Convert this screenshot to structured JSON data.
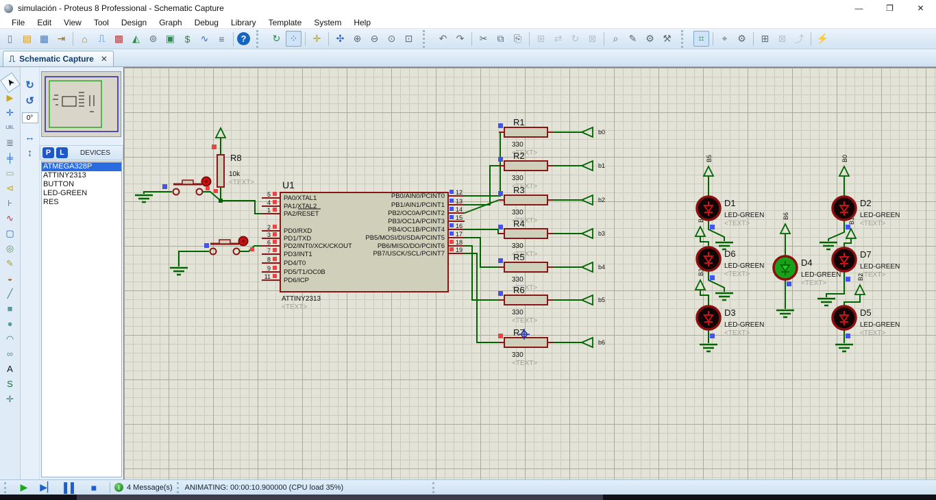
{
  "window": {
    "title": "simulación - Proteus 8 Professional - Schematic Capture",
    "controls": [
      "minimize",
      "restore",
      "close"
    ]
  },
  "menus": [
    "File",
    "Edit",
    "View",
    "Tool",
    "Design",
    "Graph",
    "Debug",
    "Library",
    "Template",
    "System",
    "Help"
  ],
  "toolbar": [
    {
      "name": "new-file",
      "glyph": "▯",
      "color": "#6b7b8a"
    },
    {
      "name": "open-file",
      "glyph": "▤",
      "color": "#c79a3a"
    },
    {
      "name": "save-file",
      "glyph": "▦",
      "color": "#4f78c0"
    },
    {
      "name": "import-project",
      "glyph": "⇥",
      "color": "#8a6d3b"
    },
    {
      "sep": true
    },
    {
      "name": "home-page",
      "glyph": "⌂",
      "color": "#b08030"
    },
    {
      "name": "schematic-capture",
      "glyph": "⎍",
      "color": "#2a63b8"
    },
    {
      "name": "pcb-layout",
      "glyph": "▩",
      "color": "#c04040"
    },
    {
      "name": "3d-visualizer",
      "glyph": "◭",
      "color": "#2a8a4a"
    },
    {
      "name": "gerber-viewer",
      "glyph": "⊚",
      "color": "#5b6b7a"
    },
    {
      "name": "design-explorer",
      "glyph": "▣",
      "color": "#2a8a4a"
    },
    {
      "name": "bill-of-materials",
      "glyph": "$",
      "color": "#3a7a3a"
    },
    {
      "name": "simulation-log",
      "glyph": "∿",
      "color": "#3a6ac0"
    },
    {
      "name": "design-notes",
      "glyph": "≡",
      "color": "#5b6b7a"
    },
    {
      "sep": true
    },
    {
      "name": "help",
      "glyph": "?",
      "round": true
    },
    {
      "gap": true
    },
    {
      "name": "redraw",
      "glyph": "↻",
      "color": "#2a8a4a"
    },
    {
      "name": "toggle-grid",
      "glyph": "⁘",
      "pressed": true,
      "color": "#5b6b7a"
    },
    {
      "sep": true
    },
    {
      "name": "origin",
      "glyph": "✛",
      "color": "#b0a020"
    },
    {
      "sep": true
    },
    {
      "name": "pan",
      "glyph": "✣",
      "color": "#2a63b8"
    },
    {
      "name": "zoom-in",
      "glyph": "⊕",
      "color": "#5b6b7a"
    },
    {
      "name": "zoom-out",
      "glyph": "⊖",
      "color": "#5b6b7a"
    },
    {
      "name": "zoom-all",
      "glyph": "⊙",
      "color": "#5b6b7a"
    },
    {
      "name": "zoom-area",
      "glyph": "⊡",
      "color": "#5b6b7a"
    },
    {
      "gap": true
    },
    {
      "name": "undo",
      "glyph": "↶",
      "color": "#5b6b7a"
    },
    {
      "name": "redo",
      "glyph": "↷",
      "color": "#5b6b7a"
    },
    {
      "sep": true
    },
    {
      "name": "cut",
      "glyph": "✂",
      "color": "#5b6b7a"
    },
    {
      "name": "copy",
      "glyph": "⧉",
      "color": "#5b6b7a"
    },
    {
      "name": "paste",
      "glyph": "⎘",
      "color": "#5b6b7a"
    },
    {
      "sep": true
    },
    {
      "name": "block-copy",
      "glyph": "⊞",
      "disabled": true
    },
    {
      "name": "block-move",
      "glyph": "⇄",
      "disabled": true
    },
    {
      "name": "block-rotate",
      "glyph": "↻",
      "disabled": true
    },
    {
      "name": "block-delete",
      "glyph": "⊠",
      "disabled": true
    },
    {
      "sep": true
    },
    {
      "name": "pick-parts",
      "glyph": "⌕",
      "color": "#5b6b7a"
    },
    {
      "name": "make-device",
      "glyph": "✎",
      "color": "#5b6b7a"
    },
    {
      "name": "packaging-tool",
      "glyph": "⚙",
      "color": "#5b6b7a"
    },
    {
      "name": "decompose",
      "glyph": "⚒",
      "color": "#5b6b7a"
    },
    {
      "gap": true
    },
    {
      "name": "wire-autorouter",
      "glyph": "⌗",
      "pressed": true,
      "color": "#2a8a4a"
    },
    {
      "sep": true
    },
    {
      "name": "search-tag",
      "glyph": "⌖",
      "color": "#5b6b7a"
    },
    {
      "name": "property-assignment",
      "glyph": "⚙",
      "color": "#5b6b7a"
    },
    {
      "sep": true
    },
    {
      "name": "new-root-sheet",
      "glyph": "⊞",
      "color": "#5b6b7a"
    },
    {
      "name": "remove-sheet",
      "glyph": "⊠",
      "disabled": true
    },
    {
      "name": "exit-to-parent",
      "glyph": "⤴",
      "disabled": true
    },
    {
      "sep": true
    },
    {
      "name": "electrical-rule-check",
      "glyph": "⚡",
      "color": "#2a63b8"
    }
  ],
  "tab": {
    "label": "Schematic Capture",
    "icon": "schematic-icon",
    "close": "✕"
  },
  "palette": [
    {
      "name": "selection-mode",
      "glyph": "➤",
      "color": "#111",
      "sel": true,
      "rot": -125
    },
    {
      "name": "component-mode",
      "glyph": "▶",
      "color": "#c8a818"
    },
    {
      "name": "junction-dot-mode",
      "glyph": "✛",
      "color": "#2a63b8"
    },
    {
      "name": "wire-label-mode",
      "glyph": "LBL",
      "color": "#2a63b8",
      "small": true
    },
    {
      "name": "text-script-mode",
      "glyph": "≣",
      "color": "#5b6b7a"
    },
    {
      "name": "buses-mode",
      "glyph": "╪",
      "color": "#2a63b8"
    },
    {
      "name": "subcircuit-mode",
      "glyph": "▭",
      "color": "#c8a818"
    },
    {
      "name": "terminals-mode",
      "glyph": "⊲",
      "color": "#c8a818"
    },
    {
      "name": "device-pins-mode",
      "glyph": "⊦",
      "color": "#5b6b7a"
    },
    {
      "name": "graph-mode",
      "glyph": "∿",
      "color": "#c03030"
    },
    {
      "name": "active-popup-mode",
      "glyph": "▢",
      "color": "#2a63b8"
    },
    {
      "name": "generator-mode",
      "glyph": "◎",
      "color": "#5b8a5b"
    },
    {
      "name": "voltage-probe-mode",
      "glyph": "✎",
      "color": "#b0a020"
    },
    {
      "name": "current-probe-mode",
      "glyph": "◒",
      "color": "#b07030"
    },
    {
      "name": "2d-line",
      "glyph": "╱",
      "color": "#447a7a"
    },
    {
      "name": "2d-box",
      "glyph": "■",
      "color": "#5b9a9a"
    },
    {
      "name": "2d-circle",
      "glyph": "●",
      "color": "#5b9a9a"
    },
    {
      "name": "2d-arc",
      "glyph": "◠",
      "color": "#447a7a"
    },
    {
      "name": "2d-path",
      "glyph": "∞",
      "color": "#5b9a9a"
    },
    {
      "name": "2d-text",
      "glyph": "A",
      "color": "#111"
    },
    {
      "name": "2d-symbol",
      "glyph": "S",
      "color": "#1a6a3a"
    },
    {
      "name": "2d-markers",
      "glyph": "✛",
      "color": "#447a7a"
    }
  ],
  "rotate_controls": {
    "cw": "↻",
    "ccw": "↺",
    "angle": "0°",
    "mirror_h": "↔",
    "mirror_v": "↕"
  },
  "devices_panel": {
    "pick_button": "P",
    "library_button": "L",
    "title": "DEVICES",
    "items": [
      {
        "label": "ATMEGA328P",
        "selected": true
      },
      {
        "label": "ATTINY2313",
        "selected": false
      },
      {
        "label": "BUTTON",
        "selected": false
      },
      {
        "label": "LED-GREEN",
        "selected": false
      },
      {
        "label": "RES",
        "selected": false
      }
    ]
  },
  "schematic": {
    "ic": {
      "ref": "U1",
      "device": "ATTINY2313",
      "text": "<TEXT>",
      "left_pins": [
        {
          "num": "5",
          "name": "PA0/XTAL1",
          "state": "red"
        },
        {
          "num": "4",
          "name": "PA1/XTAL2",
          "state": "red"
        },
        {
          "num": "1",
          "name": "PA2/RESET",
          "state": "red",
          "overline": "RESET"
        },
        {
          "num": "2",
          "name": "PD0/RXD",
          "state": "red"
        },
        {
          "num": "3",
          "name": "PD1/TXD",
          "state": "red"
        },
        {
          "num": "6",
          "name": "PD2/INT0/XCK/CKOUT",
          "state": "red"
        },
        {
          "num": "7",
          "name": "PD3/INT1",
          "state": "red"
        },
        {
          "num": "8",
          "name": "PD4/T0",
          "state": "red"
        },
        {
          "num": "9",
          "name": "PD5/T1/OC0B",
          "state": "red"
        },
        {
          "num": "11",
          "name": "PD6/ICP",
          "state": "red"
        }
      ],
      "right_pins": [
        {
          "num": "12",
          "name": "PB0/AIN0/PCINT0",
          "state": "blue"
        },
        {
          "num": "13",
          "name": "PB1/AIN1/PCINT1",
          "state": "blue"
        },
        {
          "num": "14",
          "name": "PB2/OC0A/PCINT2",
          "state": "blue"
        },
        {
          "num": "15",
          "name": "PB3/OC1A/PCINT3",
          "state": "blue"
        },
        {
          "num": "16",
          "name": "PB4/OC1B/PCINT4",
          "state": "blue"
        },
        {
          "num": "17",
          "name": "PB5/MOSI/DI/SDA/PCINT5",
          "state": "blue"
        },
        {
          "num": "18",
          "name": "PB6/MISO/DO/PCINT6",
          "state": "red"
        },
        {
          "num": "19",
          "name": "PB7/USCK/SCL/PCINT7",
          "state": "red"
        }
      ]
    },
    "resistors": [
      {
        "ref": "R1",
        "value": "330",
        "text": "<TEXT>",
        "terminal": "b0",
        "state": "blue"
      },
      {
        "ref": "R2",
        "value": "330",
        "text": "<TEXT>",
        "terminal": "b1",
        "state": "blue"
      },
      {
        "ref": "R3",
        "value": "330",
        "text": "<TEXT>",
        "terminal": "b2",
        "state": "blue"
      },
      {
        "ref": "R4",
        "value": "330",
        "text": "<TEXT>",
        "terminal": "b3",
        "state": "blue"
      },
      {
        "ref": "R5",
        "value": "330",
        "text": "<TEXT>",
        "terminal": "b4",
        "state": "blue"
      },
      {
        "ref": "R6",
        "value": "330",
        "text": "<TEXT>",
        "terminal": "b5",
        "state": "blue"
      },
      {
        "ref": "R7",
        "value": "330",
        "text": "<TEXT>",
        "terminal": "b6",
        "state": "red"
      }
    ],
    "pullup": {
      "ref": "R8",
      "value": "10k",
      "text": "<TEXT>",
      "state": "red"
    },
    "leds": [
      {
        "ref": "D1",
        "device": "LED-GREEN",
        "text": "<TEXT>",
        "terminal": "B5",
        "lit": false,
        "state": "blue"
      },
      {
        "ref": "D6",
        "device": "LED-GREEN",
        "text": "<TEXT>",
        "terminal": "B4",
        "lit": false,
        "state": "blue"
      },
      {
        "ref": "D3",
        "device": "LED-GREEN",
        "text": "<TEXT>",
        "terminal": "B3",
        "lit": false,
        "state": "blue"
      },
      {
        "ref": "D4",
        "device": "LED-GREEN",
        "text": "<TEXT>",
        "terminal": "B6",
        "lit": true,
        "state": "blue"
      },
      {
        "ref": "D2",
        "device": "LED-GREEN",
        "text": "<TEXT>",
        "terminal": "B0",
        "lit": false,
        "state": "blue"
      },
      {
        "ref": "D7",
        "device": "LED-GREEN",
        "text": "<TEXT>",
        "terminal": "B1",
        "lit": false,
        "state": "blue"
      },
      {
        "ref": "D5",
        "device": "LED-GREEN",
        "text": "<TEXT>",
        "terminal": "B2",
        "lit": false,
        "state": "blue"
      }
    ],
    "buttons": [
      {
        "name": "push-button-reset",
        "state": "blue"
      },
      {
        "name": "push-button-int0",
        "state": "blue"
      }
    ],
    "colors": {
      "wire": "#006400",
      "component": "#8a1515",
      "fill": "#cfcfba",
      "state_red": "#f04040",
      "state_blue": "#4353ee",
      "led_off": "#120404",
      "led_lit": "#18a018",
      "text_gray": "#a0a098"
    }
  },
  "sim_controls": [
    {
      "name": "play-button",
      "glyph": "▶",
      "color": "#18a818"
    },
    {
      "name": "step-button",
      "glyph": "▶▏",
      "color": "#1b5fd0"
    },
    {
      "name": "pause-button",
      "glyph": "▌▌",
      "color": "#1b5fd0"
    },
    {
      "name": "stop-button",
      "glyph": "■",
      "color": "#1b5fd0"
    }
  ],
  "status_bar": {
    "info_icon": "i",
    "messages": "4 Message(s)",
    "animating": "ANIMATING: 00:00:10.900000 (CPU load 35%)"
  }
}
